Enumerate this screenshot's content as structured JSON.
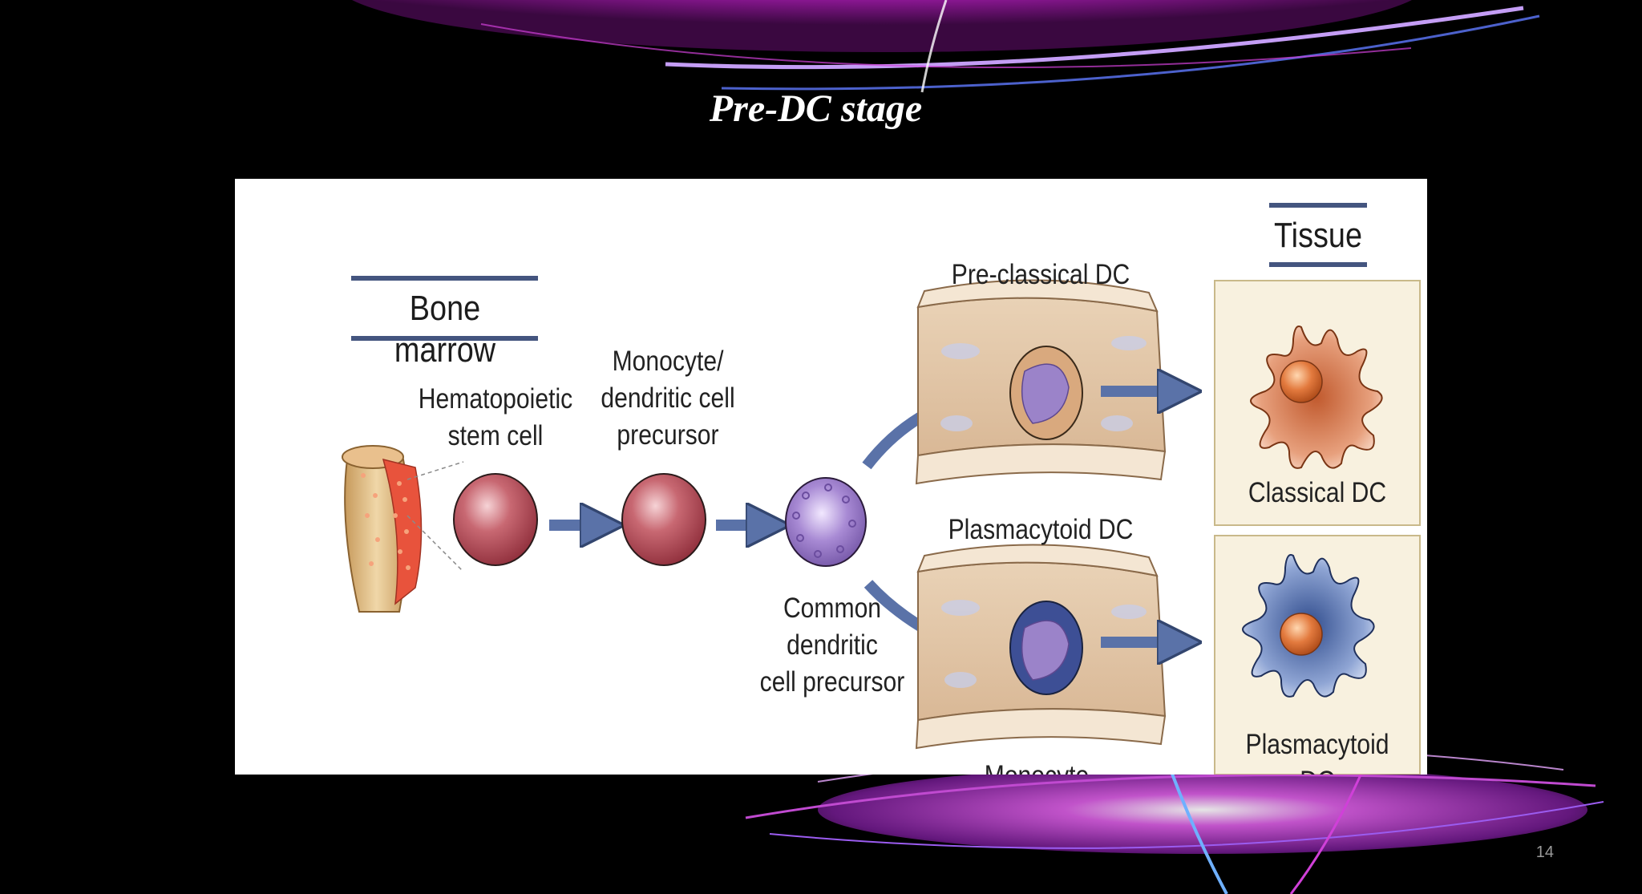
{
  "slide": {
    "title": "Pre-DC stage",
    "page_number": "14"
  },
  "figure": {
    "sections": {
      "bone_marrow": "Bone marrow",
      "tissue": "Tissue"
    },
    "labels": {
      "hsc": "Hematopoietic\nstem cell",
      "mdp": "Monocyte/\ndendritic cell\nprecursor",
      "cdp": "Common\ndendritic\ncell precursor",
      "pre_classical": "Pre-classical DC",
      "plasmacytoid_blood": "Plasmacytoid DC",
      "monocyte": "Monocyte",
      "classical_dc": "Classical DC",
      "plasmacytoid_tissue": "Plasmacytoid DC"
    }
  },
  "colors": {
    "accent_magenta": "#d23ad8",
    "arrow_blue": "#5a72a8",
    "stem_cell_red": "#b84a55",
    "cdp_purple": "#9b7cc7",
    "classical_dc_orange": "#c8673a",
    "plasmacytoid_blue": "#3d5a9c"
  }
}
